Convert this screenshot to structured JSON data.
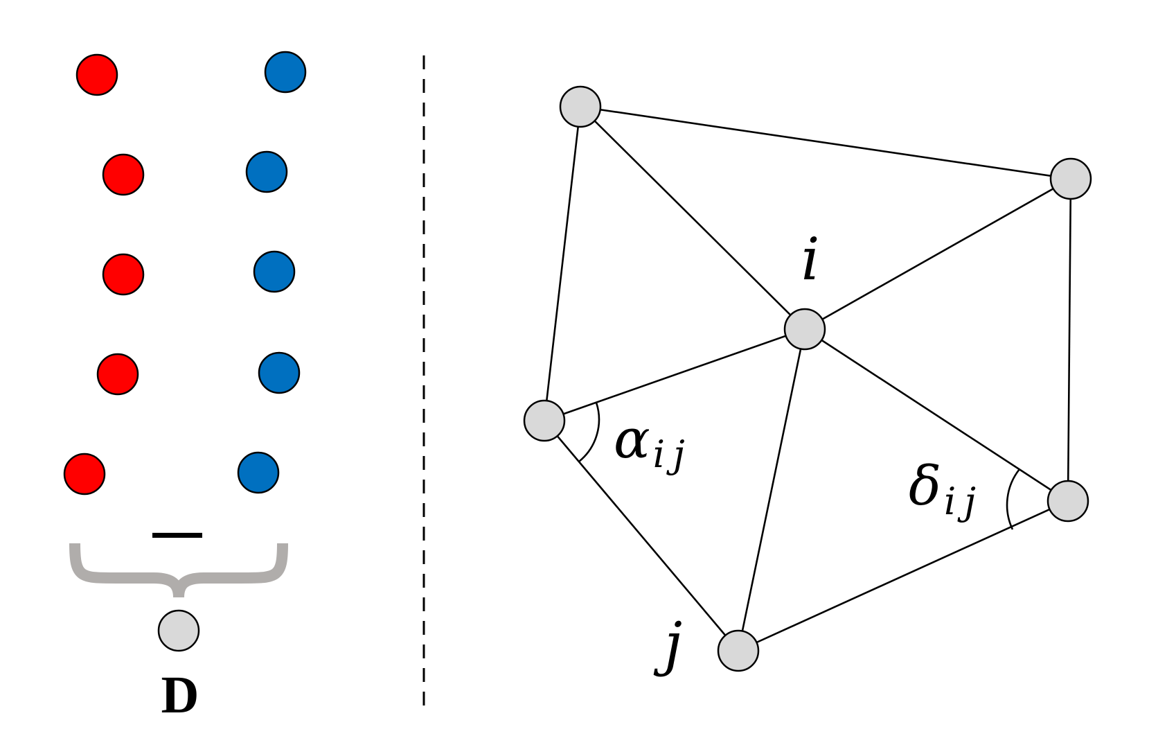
{
  "left_panel": {
    "red_column": {
      "count": 5,
      "color": "#ff0000"
    },
    "blue_column": {
      "count": 5,
      "color": "#0070c0"
    },
    "operator_symbol": "—",
    "brace_color": "#b0adab",
    "result_node_color": "#d9d9d9",
    "result_label": "D"
  },
  "divider": {
    "style": "dashed",
    "color": "#000000"
  },
  "mesh": {
    "node_color": "#d9d9d9",
    "edge_color": "#000000",
    "nodes": [
      "top-left",
      "top-right",
      "i",
      "left",
      "right",
      "j"
    ],
    "edges": [
      [
        "top-left",
        "top-right"
      ],
      [
        "top-left",
        "i"
      ],
      [
        "top-left",
        "left"
      ],
      [
        "top-right",
        "i"
      ],
      [
        "top-right",
        "right"
      ],
      [
        "i",
        "left"
      ],
      [
        "i",
        "j"
      ],
      [
        "i",
        "right"
      ],
      [
        "left",
        "j"
      ],
      [
        "j",
        "right"
      ]
    ],
    "labels": {
      "i": "i",
      "j": "j",
      "alpha_base": "α",
      "alpha_sub": "ij",
      "delta_base": "δ",
      "delta_sub": "ij"
    }
  }
}
